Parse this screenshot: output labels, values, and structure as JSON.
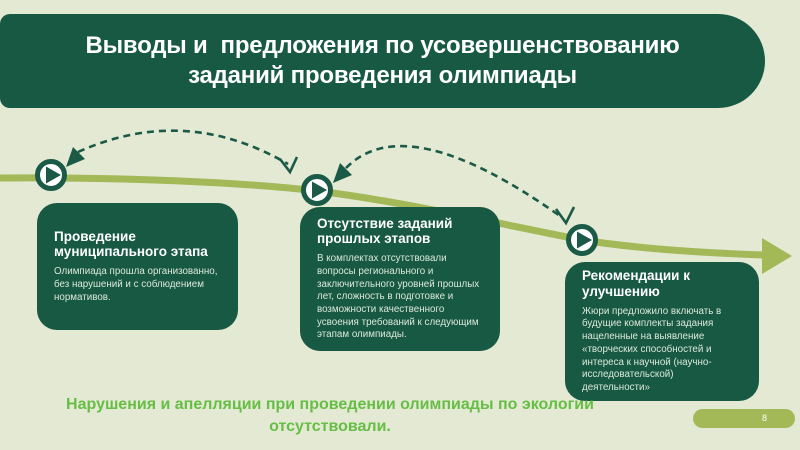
{
  "slide": {
    "title": "Выводы и  предложения по усовершенствованию\nзаданий проведения олимпиады",
    "footer_note": "Нарушения и апелляции при проведении олимпиады по экологии отсутствовали.",
    "page_number": "8"
  },
  "cards": [
    {
      "title": "Проведение муниципального этапа",
      "body": "Олимпиада прошла организованно, без нарушений и с соблюдением нормативов."
    },
    {
      "title": "Отсутствие заданий прошлых этапов",
      "body": "В комплектах отсутствовали вопросы регионального и заключительного уровней прошлых лет, сложность в подготовке и возможности качественного усвоения требований к следующим этапам олимпиады."
    },
    {
      "title": "Рекомендации к улучшению",
      "body": "Жюри предложило включать в будущие комплекты задания нацеленные на выявление «творческих способностей и интереса к научной (научно-исследовательской) деятельности»"
    }
  ],
  "timeline": {
    "milestone_icons": [
      "play-icon",
      "play-icon",
      "play-icon"
    ],
    "connector_style": "dashed-arc",
    "end_icon": "right-arrow"
  },
  "colors": {
    "background": "#E3E9D3",
    "dark_green": "#175942",
    "connector_green": "#1B5A46",
    "olive_line": "#A3B857",
    "accent_green_text": "#66BE45",
    "card_body_text": "#DCE8DC",
    "white": "#FFFFFF"
  }
}
